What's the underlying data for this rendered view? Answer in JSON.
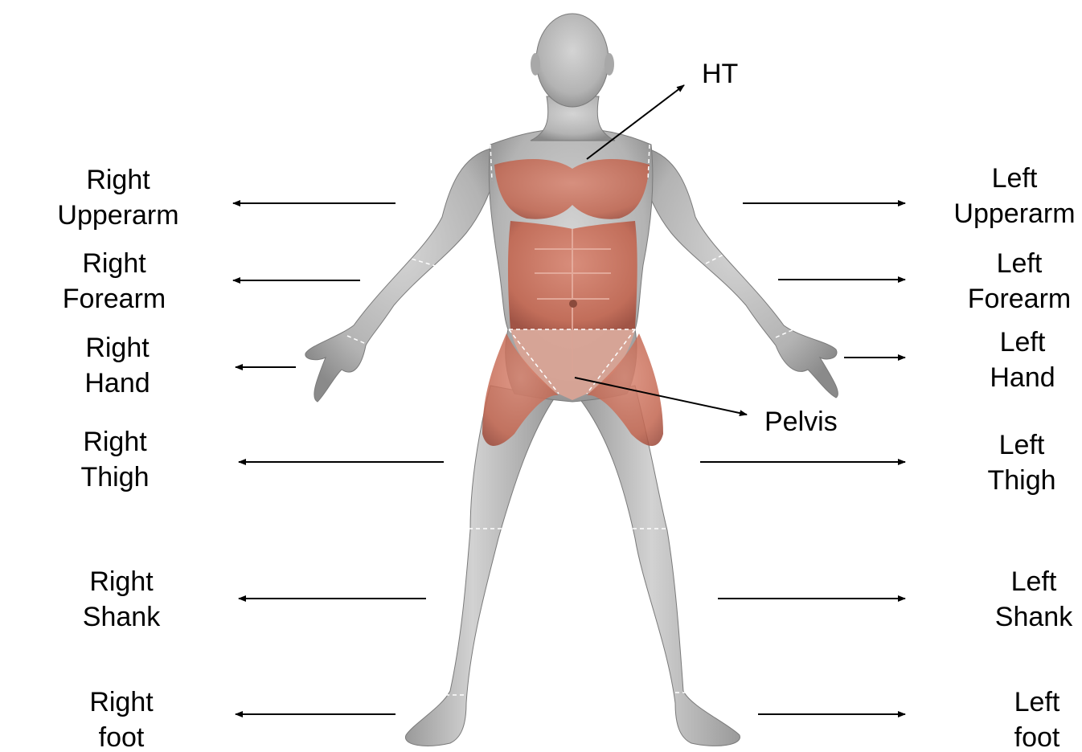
{
  "diagram": {
    "labels": {
      "ht": "HT",
      "pelvis": "Pelvis",
      "right_upperarm": [
        "Right",
        "Upperarm"
      ],
      "right_forearm": [
        "Right",
        "Forearm"
      ],
      "right_hand": [
        "Right",
        "Hand"
      ],
      "right_thigh": [
        "Right",
        "Thigh"
      ],
      "right_shank": [
        "Right",
        "Shank"
      ],
      "right_foot": [
        "Right",
        "foot"
      ],
      "left_upperarm": [
        "Left",
        "Upperarm"
      ],
      "left_forearm": [
        "Left",
        "Forearm"
      ],
      "left_hand": [
        "Left",
        "Hand"
      ],
      "left_thigh": [
        "Left",
        "Thigh"
      ],
      "left_shank": [
        "Left",
        "Shank"
      ],
      "left_foot": [
        "Left",
        "foot"
      ]
    },
    "colors": {
      "skin": "#bdbdbd",
      "skin_shadow": "#8e8e8e",
      "muscle": "#c9705c",
      "muscle_dark": "#a4503f",
      "arrow": "#000000",
      "segment_line": "#ffffff"
    },
    "figure_image": "muscular-human-figure"
  }
}
